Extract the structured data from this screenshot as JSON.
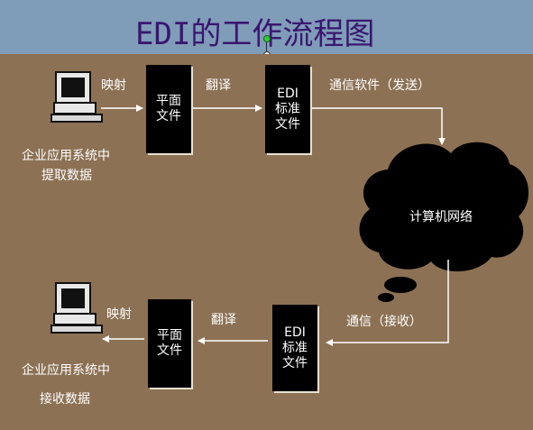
{
  "title": "EDI的工作流程图",
  "top_row": {
    "source_label_line1": "企业应用系统中",
    "source_label_line2": "提取数据",
    "step1_label": "映射",
    "flat_file_line1": "平面",
    "flat_file_line2": "文件",
    "step2_label": "翻译",
    "edi_line1": "EDI",
    "edi_line2": "标准",
    "edi_line3": "文件",
    "step3_label": "通信软件（发送）"
  },
  "network": {
    "label": "计算机网络"
  },
  "bottom_row": {
    "step4_label": "通信（接收）",
    "edi_line1": "EDI",
    "edi_line2": "标准",
    "edi_line3": "文件",
    "step5_label": "翻译",
    "flat_file_line1": "平面",
    "flat_file_line2": "文件",
    "step6_label": "映射",
    "target_label_line1": "企业应用系统中",
    "target_label_line2": "接收数据"
  },
  "colors": {
    "title_bar": "#7f9cb8",
    "title_text": "#3a1670",
    "background": "#8c7154",
    "box": "#000000",
    "arrow": "#ffffff"
  }
}
